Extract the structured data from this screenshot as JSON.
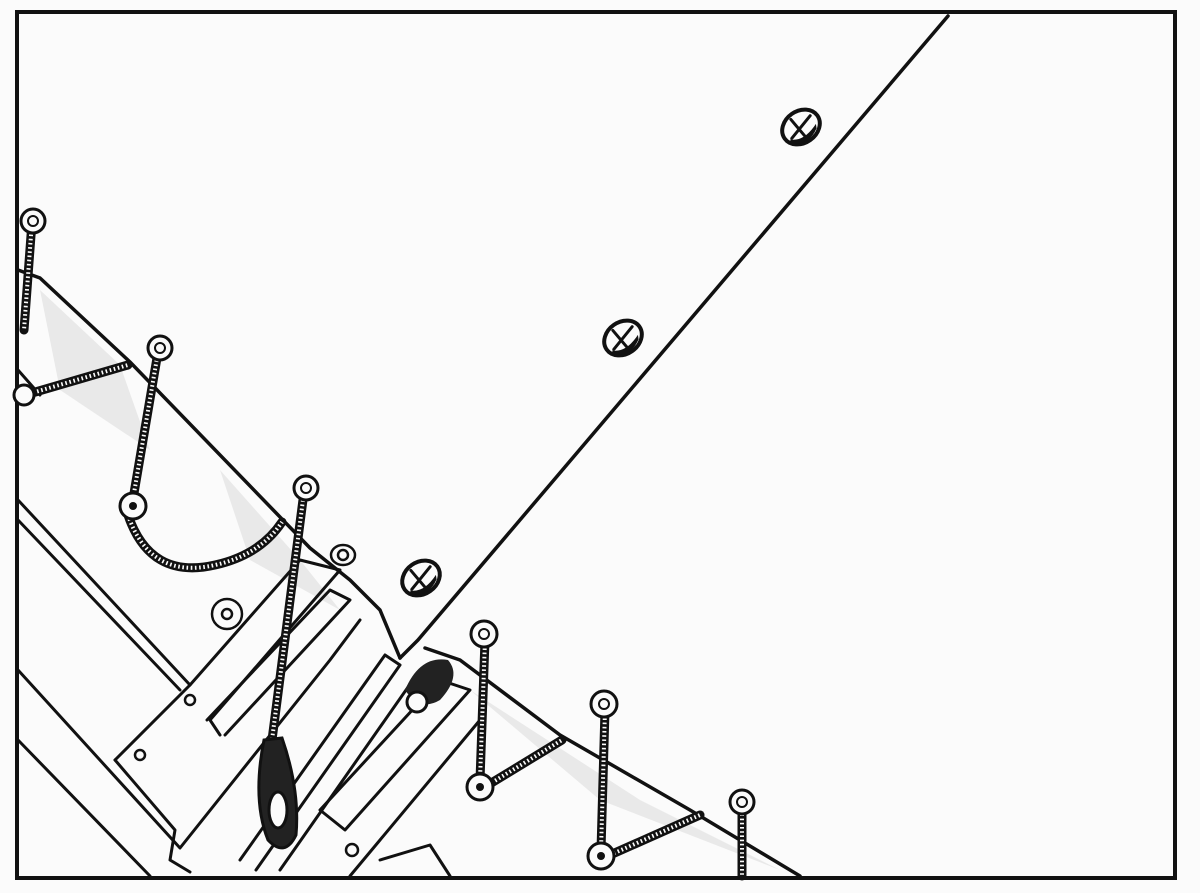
{
  "illustration": {
    "kind": "ink-drawing",
    "palette": {
      "paper": "#fbfbfb",
      "ink": "#111111",
      "shadow": "#c9c9c9"
    },
    "objects": [
      "panel-frame",
      "sloped-roof-edge",
      "block-stack",
      "rope-loops",
      "eyelet-rings",
      "climbing-holds"
    ]
  }
}
